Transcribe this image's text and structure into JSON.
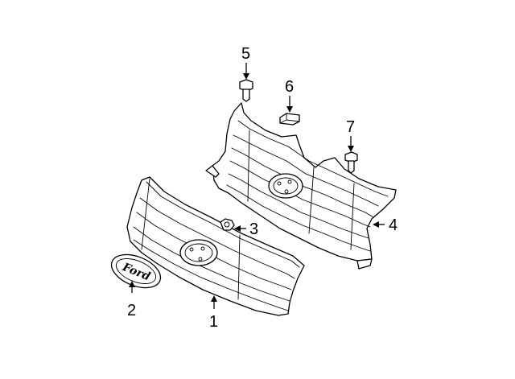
{
  "diagram": {
    "callouts": [
      {
        "id": "1",
        "label": "1"
      },
      {
        "id": "2",
        "label": "2"
      },
      {
        "id": "3",
        "label": "3"
      },
      {
        "id": "4",
        "label": "4"
      },
      {
        "id": "5",
        "label": "5"
      },
      {
        "id": "6",
        "label": "6"
      },
      {
        "id": "7",
        "label": "7"
      }
    ],
    "emblem_text": "Ford"
  }
}
